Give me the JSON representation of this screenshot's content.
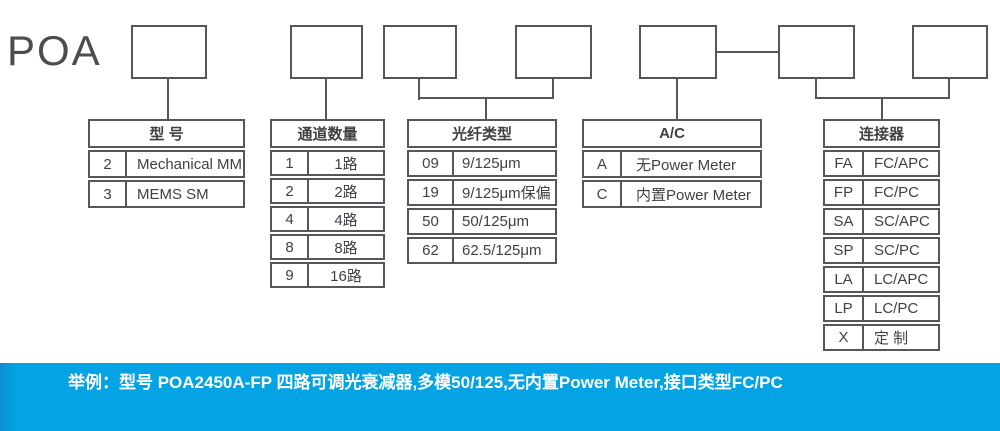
{
  "title": "POA",
  "colors": {
    "line": "#55565a",
    "text": "#404145",
    "banner_blue": "#04a3e3",
    "banner_edge_blue": "#0a8fd1",
    "banner_text": "#ffffff"
  },
  "tables": {
    "model": {
      "header": "型 号",
      "rows": [
        [
          "2",
          "Mechanical MM"
        ],
        [
          "3",
          "MEMS SM"
        ]
      ]
    },
    "channels": {
      "header": "通道数量",
      "rows": [
        [
          "1",
          "1路"
        ],
        [
          "2",
          "2路"
        ],
        [
          "4",
          "4路"
        ],
        [
          "8",
          "8路"
        ],
        [
          "9",
          "16路"
        ]
      ]
    },
    "fiber": {
      "header": "光纤类型",
      "rows": [
        [
          "09",
          "9/125μm"
        ],
        [
          "19",
          "9/125μm保偏"
        ],
        [
          "50",
          "50/125μm"
        ],
        [
          "62",
          "62.5/125μm"
        ]
      ]
    },
    "ac": {
      "header": "A/C",
      "rows": [
        [
          "A",
          "无Power Meter"
        ],
        [
          "C",
          "内置Power Meter"
        ]
      ]
    },
    "connector": {
      "header": "连接器",
      "rows": [
        [
          "FA",
          "FC/APC"
        ],
        [
          "FP",
          "FC/PC"
        ],
        [
          "SA",
          "SC/APC"
        ],
        [
          "SP",
          "SC/PC"
        ],
        [
          "LA",
          "LC/APC"
        ],
        [
          "LP",
          "LC/PC"
        ],
        [
          "X",
          "定 制"
        ]
      ]
    }
  },
  "banner": {
    "text": "举例：型号 POA2450A-FP 四路可调光衰减器,多模50/125,无内置Power Meter,接口类型FC/PC"
  }
}
